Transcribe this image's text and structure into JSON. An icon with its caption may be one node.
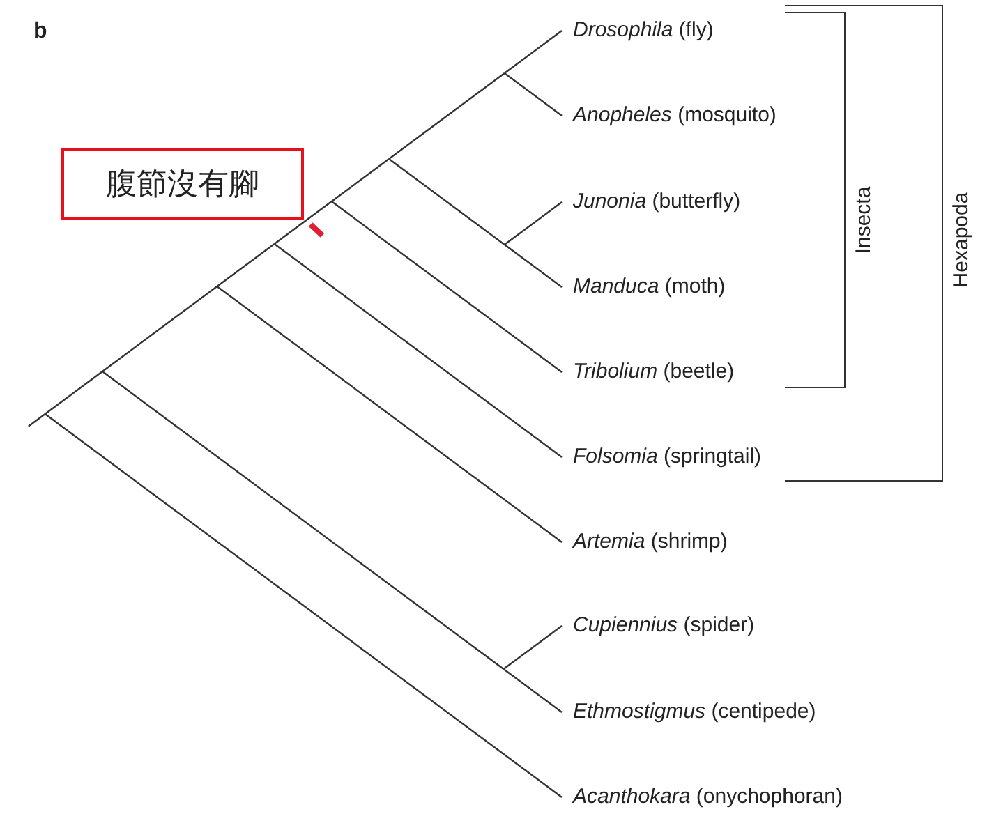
{
  "diagram": {
    "nodes": [
      {
        "text": [
          "腹節沒有腳"
        ]
      }
    ],
    "labels": [
      "b",
      "*Drosophila* (fly)",
      "*Anopheles* (mosquito)",
      "*Junonia* (butterfly)",
      "*Manduca* (moth)",
      "*Tribolium* (beetle)",
      "*Folsomia* (springtail)",
      "*Artemia* (shrimp)",
      "*Cupiennius* (spider)",
      "*Ethmostigmus* (centipede)",
      "*Acanthokara* (onychophoran)",
      "Insecta",
      "Hexapoda"
    ]
  }
}
